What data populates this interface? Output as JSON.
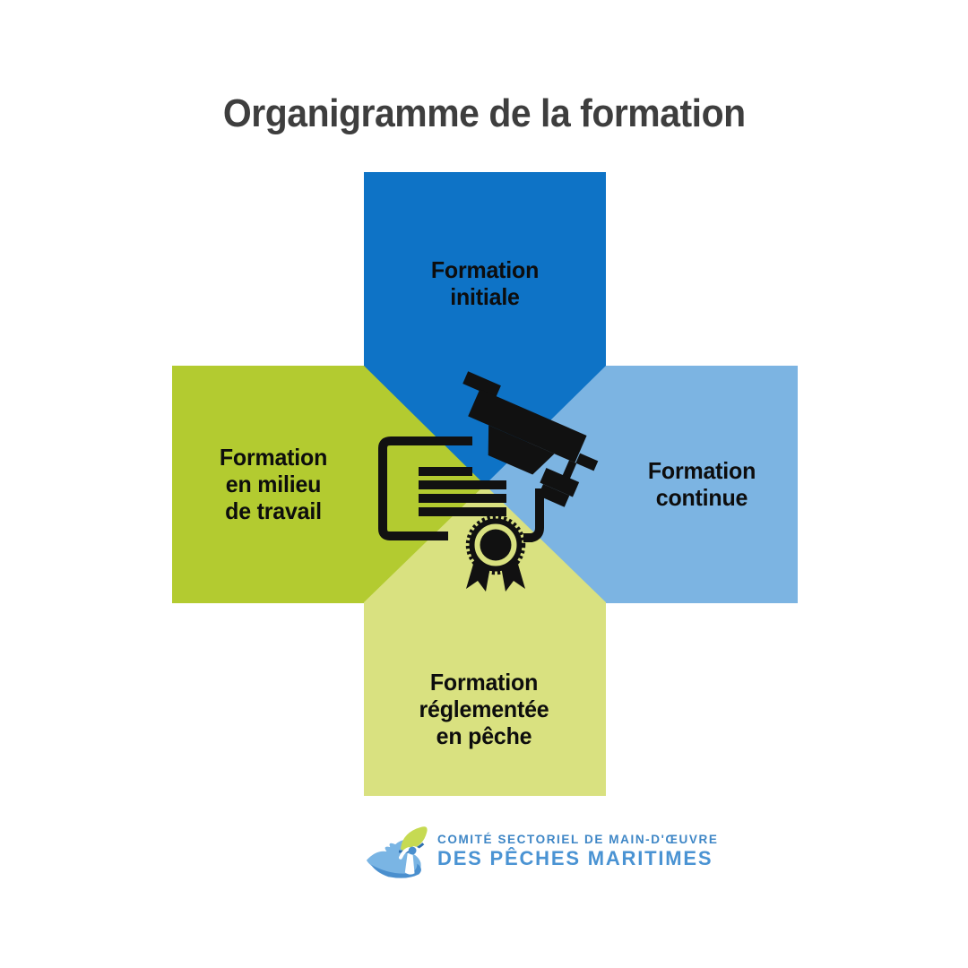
{
  "title": {
    "text": "Organigramme de la formation",
    "color": "#3e3e3e"
  },
  "blocks": {
    "top": {
      "label": "Formation\ninitiale",
      "color": "#0e73c6"
    },
    "left": {
      "label": "Formation\nen milieu\nde travail",
      "color": "#b3cb30"
    },
    "right": {
      "label": "Formation\ncontinue",
      "color": "#7cb4e2"
    },
    "bottom": {
      "label": "Formation\nréglementée\nen pêche",
      "color": "#d9e180"
    }
  },
  "label_text_color": "#0d0d0d",
  "center_icon": {
    "name": "diploma-certificate-graduation-cap-seal-icon",
    "color": "#111111"
  },
  "logo": {
    "line1": {
      "text": "COMITÉ SECTORIEL DE MAIN-D'ŒUVRE",
      "color": "#3e86c6"
    },
    "line2": {
      "text": "DES PÊCHES MARITIMES",
      "color": "#4a93d3"
    },
    "icon": {
      "name": "fish-wave-person-logo-icon",
      "blue_light": "#7ab5e4",
      "blue_mid": "#4a8fce",
      "blue_dark": "#2f6fb0",
      "leaf_green": "#c6da52"
    }
  }
}
